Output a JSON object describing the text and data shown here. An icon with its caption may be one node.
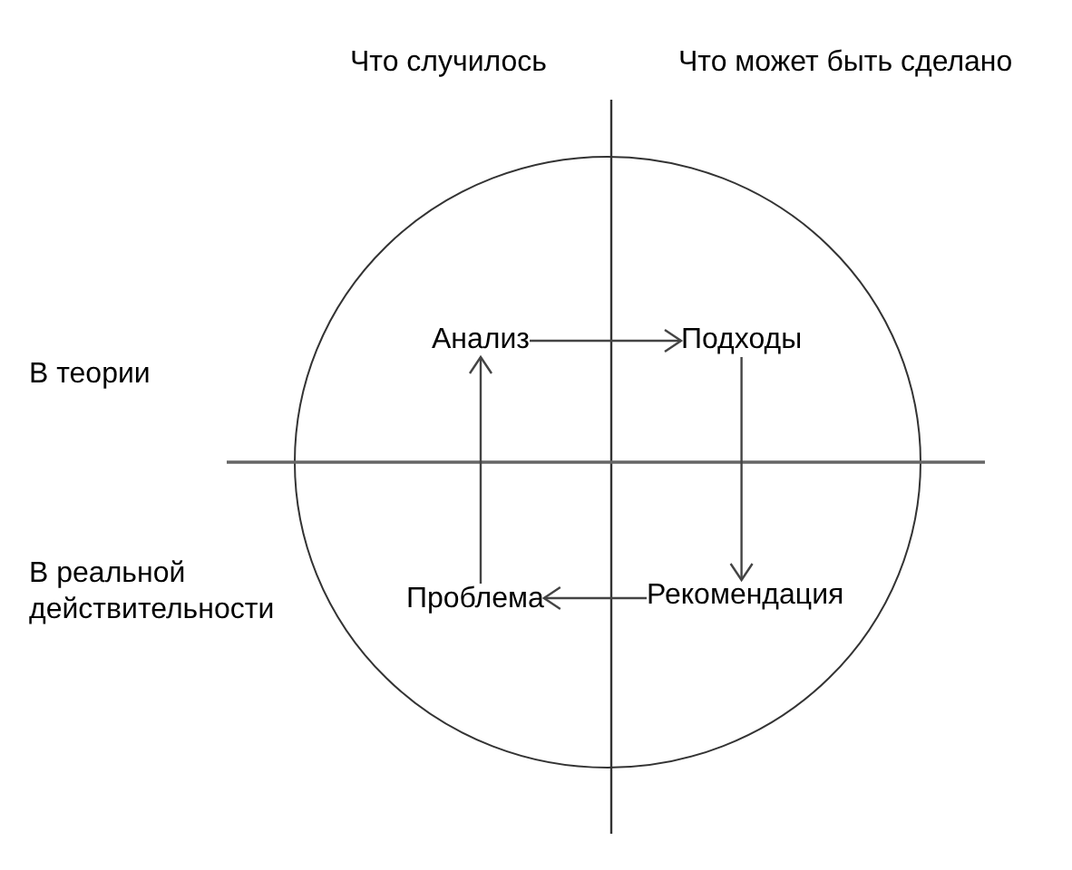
{
  "diagram": {
    "nodes": [
      {
        "text": [],
        "shape": "circle"
      },
      {
        "text": [
          "Анализ"
        ],
        "in": 0
      },
      {
        "text": [
          "Подходы"
        ],
        "in": 0
      },
      {
        "text": [
          "Проблема"
        ],
        "in": 0
      },
      {
        "text": [
          "Рекомендация"
        ],
        "in": 0
      }
    ],
    "edges": [
      {
        "from": 1,
        "to": 2,
        "arrow": "to"
      },
      {
        "from": 2,
        "to": 4,
        "arrow": "to"
      },
      {
        "from": 4,
        "to": 3,
        "arrow": "to"
      },
      {
        "from": 3,
        "to": 1,
        "arrow": "to"
      }
    ],
    "labels": [
      "Что случилось",
      "Что может быть сделано",
      "В теории",
      "В реальной действительности"
    ]
  }
}
